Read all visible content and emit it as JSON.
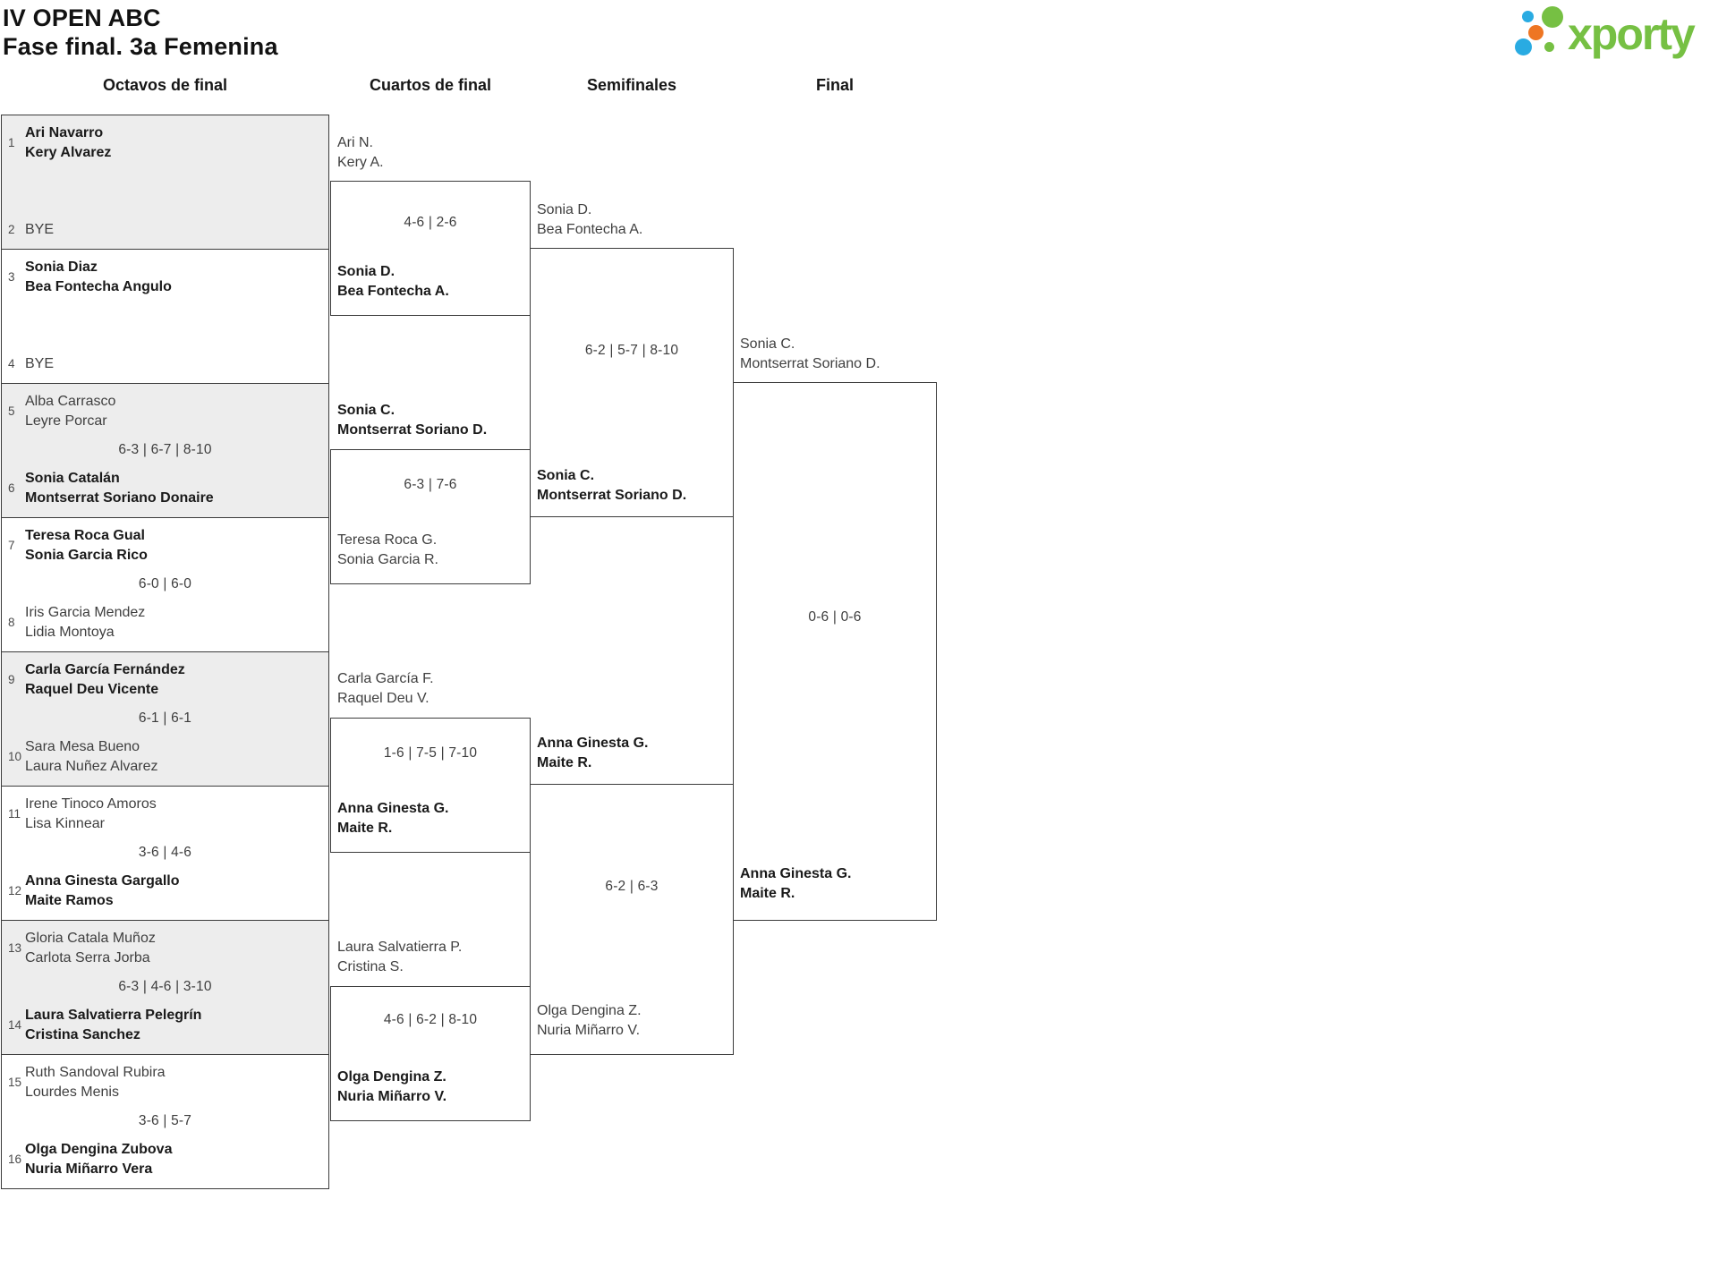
{
  "title": {
    "line1": "IV OPEN ABC",
    "line2": "Fase final. 3a Femenina"
  },
  "logo": {
    "text": "xporty",
    "colors": {
      "green": "#76c043",
      "blue": "#29abe2",
      "orange": "#ee7623"
    }
  },
  "round_headers": {
    "octavos": "Octavos de final",
    "cuartos": "Cuartos de final",
    "semifinales": "Semifinales",
    "final": "Final"
  },
  "octavos": [
    {
      "seed_top": "1",
      "top1": "Ari Navarro",
      "top2": "Kery Alvarez",
      "score": "",
      "seed_bottom": "2",
      "bottom1": "BYE",
      "bottom2": ""
    },
    {
      "seed_top": "3",
      "top1": "Sonia Diaz",
      "top2": "Bea Fontecha Angulo",
      "score": "",
      "seed_bottom": "4",
      "bottom1": "BYE",
      "bottom2": ""
    },
    {
      "seed_top": "5",
      "top1": "Alba Carrasco",
      "top2": "Leyre Porcar",
      "score": "6-3 | 6-7 | 8-10",
      "seed_bottom": "6",
      "bottom1": "Sonia Catalán",
      "bottom2": "Montserrat Soriano Donaire"
    },
    {
      "seed_top": "7",
      "top1": "Teresa Roca Gual",
      "top2": "Sonia Garcia Rico",
      "score": "6-0 | 6-0",
      "seed_bottom": "8",
      "bottom1": "Iris Garcia Mendez",
      "bottom2": "Lidia Montoya"
    },
    {
      "seed_top": "9",
      "top1": "Carla García Fernández",
      "top2": "Raquel Deu Vicente",
      "score": "6-1 | 6-1",
      "seed_bottom": "10",
      "bottom1": "Sara Mesa Bueno",
      "bottom2": "Laura Nuñez Alvarez"
    },
    {
      "seed_top": "11",
      "top1": "Irene Tinoco Amoros",
      "top2": "Lisa Kinnear",
      "score": "3-6 | 4-6",
      "seed_bottom": "12",
      "bottom1": "Anna Ginesta Gargallo",
      "bottom2": "Maite Ramos"
    },
    {
      "seed_top": "13",
      "top1": "Gloria Catala Muñoz",
      "top2": "Carlota Serra Jorba",
      "score": "6-3 | 4-6 | 3-10",
      "seed_bottom": "14",
      "bottom1": "Laura Salvatierra Pelegrín",
      "bottom2": "Cristina Sanchez"
    },
    {
      "seed_top": "15",
      "top1": "Ruth Sandoval Rubira",
      "top2": "Lourdes Menis",
      "score": "3-6 | 5-7",
      "seed_bottom": "16",
      "bottom1": "Olga Dengina Zubova",
      "bottom2": "Nuria Miñarro Vera"
    }
  ],
  "cuartos": [
    {
      "top1": "Ari N.",
      "top2": "Kery A.",
      "score": "4-6 | 2-6",
      "bottom1": "Sonia D.",
      "bottom2": "Bea Fontecha A."
    },
    {
      "top1": "Sonia C.",
      "top2": "Montserrat Soriano D.",
      "score": "6-3 | 7-6",
      "bottom1": "Teresa Roca G.",
      "bottom2": "Sonia Garcia R."
    },
    {
      "top1": "Carla García F.",
      "top2": "Raquel Deu V.",
      "score": "1-6 | 7-5 | 7-10",
      "bottom1": "Anna Ginesta G.",
      "bottom2": "Maite R."
    },
    {
      "top1": "Laura Salvatierra P.",
      "top2": "Cristina S.",
      "score": "4-6 | 6-2 | 8-10",
      "bottom1": "Olga Dengina Z.",
      "bottom2": "Nuria Miñarro V."
    }
  ],
  "semifinales": [
    {
      "top1": "Sonia D.",
      "top2": "Bea Fontecha A.",
      "score": "6-2 | 5-7 | 8-10",
      "bottom1": "Sonia C.",
      "bottom2": "Montserrat Soriano D."
    },
    {
      "top1": "Anna Ginesta G.",
      "top2": "Maite R.",
      "score": "6-2 | 6-3",
      "bottom1": "Olga Dengina Z.",
      "bottom2": "Nuria Miñarro V."
    }
  ],
  "final": {
    "top1": "Sonia C.",
    "top2": "Montserrat Soriano D.",
    "score": "0-6 | 0-6",
    "bottom1": "Anna Ginesta G.",
    "bottom2": "Maite R."
  }
}
